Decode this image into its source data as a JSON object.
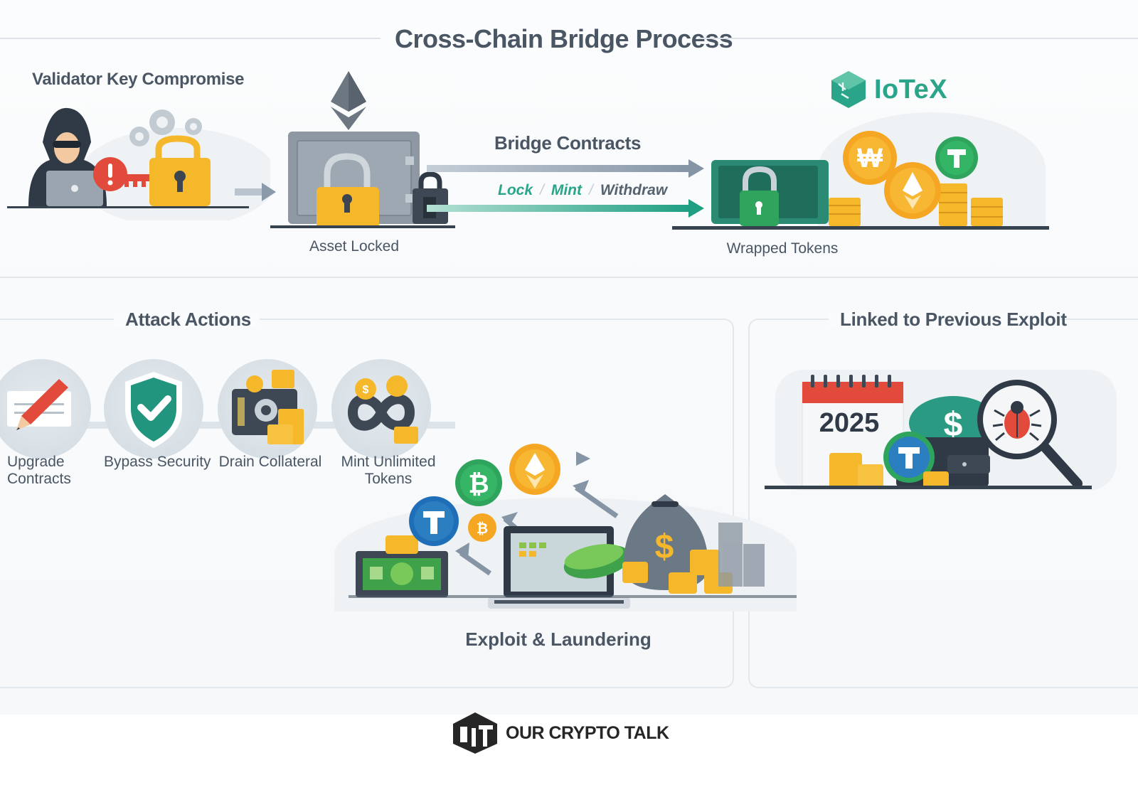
{
  "header": {
    "title": "Cross-Chain Bridge Process"
  },
  "top_flow": {
    "validator": {
      "label": "Validator Key Compromise",
      "icons": [
        "hacker-icon",
        "laptop-icon",
        "alert-icon",
        "key-icon",
        "padlock-icon",
        "gears-icon"
      ]
    },
    "asset_locked": {
      "label": "Asset Locked",
      "icons": [
        "ethereum-icon",
        "safe-vault-icon",
        "padlock-icon"
      ]
    },
    "bridge": {
      "label": "Bridge Contracts",
      "steps": [
        "Lock",
        "Mint",
        "Withdraw"
      ],
      "step_separator": "/"
    },
    "wrapped": {
      "label": "Wrapped Tokens",
      "brand": "IoTeX",
      "icons": [
        "green-vault-icon",
        "won-coin-icon",
        "ethereum-coin-icon",
        "tether-coin-icon",
        "coin-stack-icon"
      ]
    }
  },
  "attack_actions": {
    "title": "Attack Actions",
    "items": [
      {
        "label": "Upgrade Contracts",
        "line1": "Upgrade",
        "line2": "Contracts",
        "icon": "pencil-document-icon"
      },
      {
        "label": "Bypass Security",
        "line1": "Bypass Security",
        "line2": "",
        "icon": "shield-check-icon"
      },
      {
        "label": "Drain Collateral",
        "line1": "Drain Collateral",
        "line2": "",
        "icon": "vault-coins-icon"
      },
      {
        "label": "Mint Unlimited Tokens",
        "line1": "Mint Unlimited",
        "line2": "Tokens",
        "icon": "infinity-coins-icon"
      }
    ]
  },
  "previous_exploit": {
    "title": "Linked to Previous Exploit",
    "calendar_year": "2025",
    "icons": [
      "calendar-icon",
      "dollar-bubble-icon",
      "tether-coin-icon",
      "wallet-icon",
      "magnifier-bug-icon",
      "coin-stack-icon"
    ]
  },
  "laundering": {
    "label": "Exploit & Laundering",
    "bag_symbol": "$",
    "icons": [
      "tether-coin-icon",
      "bitcoin-coin-icon",
      "ethereum-coin-icon",
      "small-bitcoin-icon",
      "laptop-icon",
      "cash-icon",
      "money-bag-icon",
      "coin-stack-icon",
      "swap-arrows-icon"
    ]
  },
  "footer": {
    "brand": "OUR CRYPTO TALK"
  },
  "colors": {
    "teal": "#2aa58a",
    "slate": "#4a5664",
    "gold": "#f5b82a",
    "red": "#e24a3b",
    "arrow_gray": "#8a9aab",
    "dark": "#2f3a46"
  }
}
